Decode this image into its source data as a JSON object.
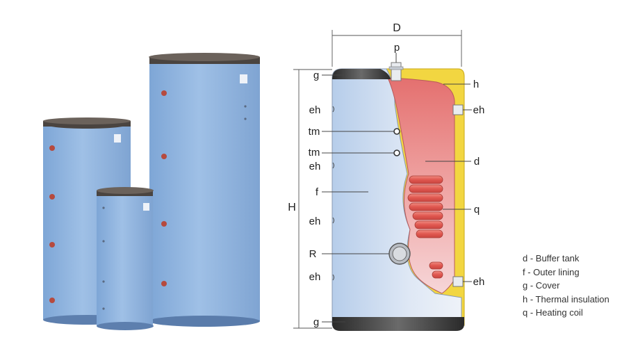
{
  "diagram": {
    "dimension_labels": {
      "width": "D",
      "height": "H"
    },
    "callouts": {
      "p": "p",
      "h": "h",
      "g_top": "g",
      "eh_1": "eh",
      "eh_right_top": "eh",
      "tm_1": "tm",
      "tm_2": "tm",
      "eh_2": "eh",
      "d": "d",
      "f": "f",
      "q": "q",
      "eh_3": "eh",
      "R": "R",
      "eh_4": "eh",
      "eh_right_bottom": "eh",
      "g_bottom": "g"
    }
  },
  "legend": [
    "d - Buffer tank",
    "f - Outer lining",
    "g - Cover",
    "h - Thermal insulation",
    "q - Heating coil"
  ],
  "colors": {
    "tank_blue": "#8fb2dc",
    "insulation_yellow": "#f2d641",
    "buffer_red": "#e8787b",
    "coil_red": "#e0574f",
    "cover_dark": "#3a3a3a"
  }
}
